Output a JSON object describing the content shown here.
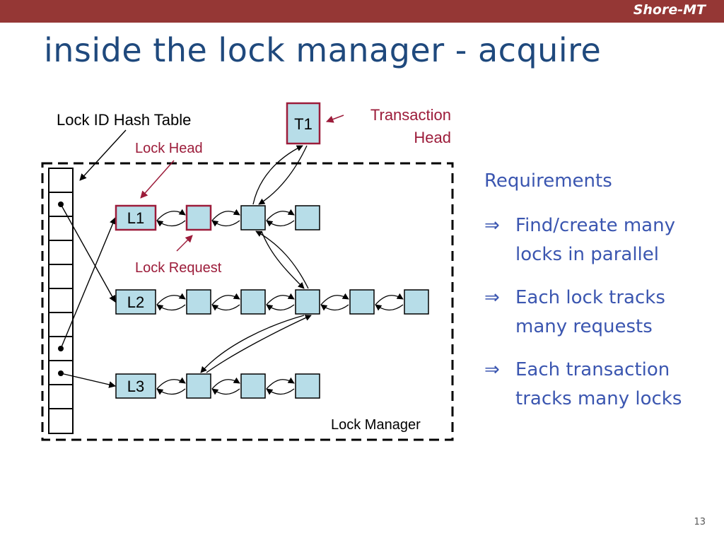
{
  "header": {
    "brand": "Shore-MT"
  },
  "slide": {
    "title": "inside the lock manager - acquire",
    "page_number": "13"
  },
  "diagram": {
    "hash_table_label": "Lock ID Hash Table",
    "lock_head_label": "Lock Head",
    "lock_request_label": "Lock Request",
    "transaction_head_label_line1": "Transaction",
    "transaction_head_label_line2": "Head",
    "lock_manager_label": "Lock Manager",
    "transaction": "T1",
    "locks": [
      "L1",
      "L2",
      "L3"
    ],
    "colors": {
      "request_fill": "#b7dde8",
      "highlight_red": "#9c1c3a",
      "title_blue": "#1f497d",
      "text_blue": "#3b56b0",
      "topbar": "#953735"
    }
  },
  "requirements": {
    "title": "Requirements",
    "bullet_symbol": "⇒",
    "items": [
      {
        "line1": "Find/create many",
        "line2": "locks in parallel"
      },
      {
        "line1": "Each lock tracks",
        "line2": "many requests"
      },
      {
        "line1": "Each transaction",
        "line2": "tracks many locks"
      }
    ]
  }
}
